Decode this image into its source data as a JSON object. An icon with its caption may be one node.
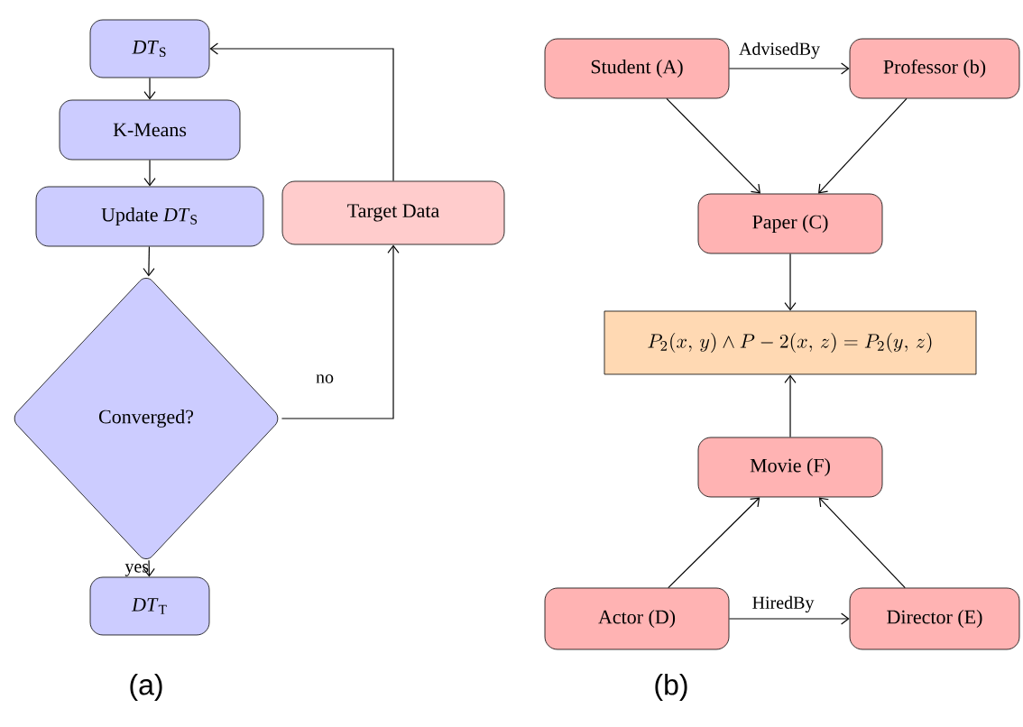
{
  "diagram": {
    "nodes": [
      {
        "text": [
          "*DT*$_{S}$"
        ]
      },
      {
        "text": [
          "K-Means"
        ]
      },
      {
        "text": [
          "Update *DT*$_{S}$"
        ]
      },
      {
        "text": [
          "Converged?"
        ]
      },
      {
        "text": [
          "Target Data"
        ]
      },
      {
        "text": [
          "*DT*$_{T}$"
        ]
      },
      {
        "text": [
          "Student (A)"
        ]
      },
      {
        "text": [
          "Professor (b)"
        ]
      },
      {
        "text": [
          "Paper (C)"
        ]
      },
      {
        "text": [
          "P_2(x,\\,y) \\wedge P - 2(x,\\,z) = P_2(y,\\,z)"
        ]
      },
      {
        "text": [
          "Movie (F)"
        ]
      },
      {
        "text": [
          "Actor (D)"
        ]
      },
      {
        "text": [
          "Director (E)"
        ]
      }
    ],
    "edges": [
      {
        "from": 0,
        "to": 1,
        "arrow": "to"
      },
      {
        "from": 1,
        "to": 2,
        "arrow": "to"
      },
      {
        "from": 2,
        "to": 3,
        "arrow": "to"
      },
      {
        "from": 3,
        "to": 5,
        "arrow": "to",
        "label": "yes"
      },
      {
        "from": 3,
        "to": 4,
        "arrow": "to",
        "label": "no"
      },
      {
        "from": 4,
        "to": 0,
        "arrow": "to"
      },
      {
        "from": 6,
        "to": 7,
        "arrow": "to",
        "label": "AdvisedBy"
      },
      {
        "from": 6,
        "to": 8,
        "arrow": "to"
      },
      {
        "from": 7,
        "to": 8,
        "arrow": "to"
      },
      {
        "from": 8,
        "to": 9,
        "arrow": "to"
      },
      {
        "from": 10,
        "to": 9,
        "arrow": "to"
      },
      {
        "from": 11,
        "to": 10,
        "arrow": "to"
      },
      {
        "from": 12,
        "to": 10,
        "arrow": "to"
      },
      {
        "from": 11,
        "to": 12,
        "arrow": "to",
        "label": "HiredBy"
      }
    ],
    "labels": [
      "(a)",
      "(b)"
    ]
  }
}
